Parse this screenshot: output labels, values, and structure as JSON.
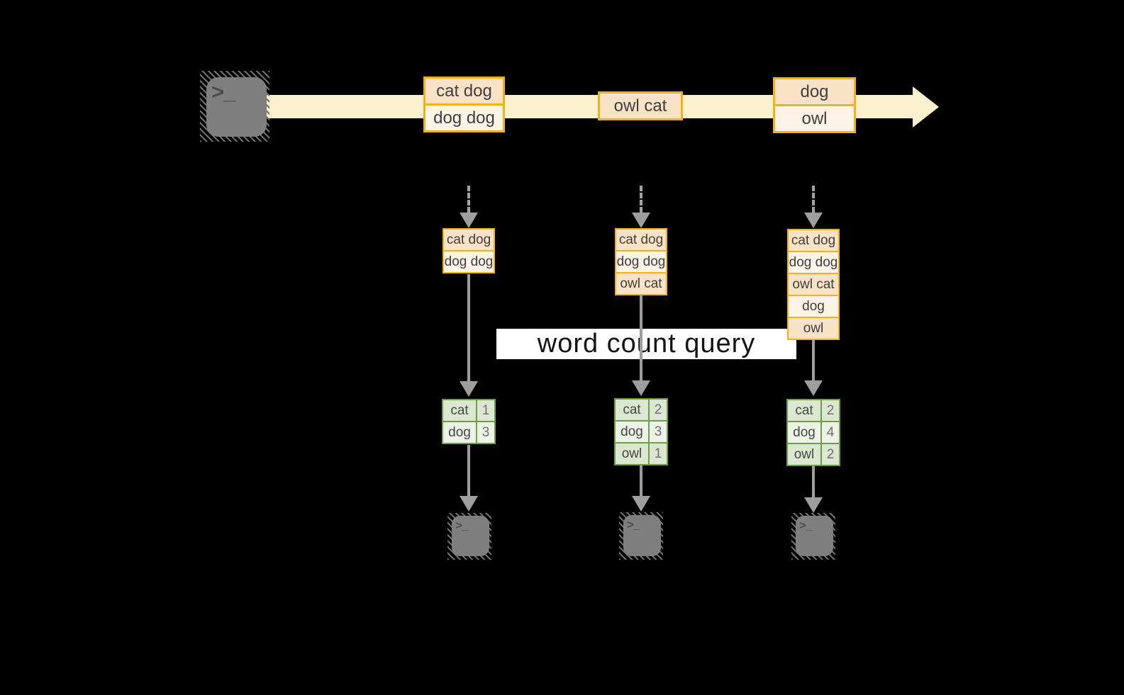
{
  "query_band": {
    "label": "word count query"
  },
  "terminal": {
    "prompt": ">_"
  },
  "stream": {
    "events": [
      {
        "rows": [
          "cat dog",
          "dog dog"
        ]
      },
      {
        "rows": [
          "owl cat"
        ]
      },
      {
        "rows": [
          "dog",
          "owl"
        ]
      }
    ]
  },
  "columns": [
    {
      "state_rows": [
        "cat dog",
        "dog dog"
      ],
      "counts": [
        {
          "word": "cat",
          "count": "1"
        },
        {
          "word": "dog",
          "count": "3"
        }
      ]
    },
    {
      "state_rows": [
        "cat dog",
        "dog dog",
        "owl cat"
      ],
      "counts": [
        {
          "word": "cat",
          "count": "2"
        },
        {
          "word": "dog",
          "count": "3"
        },
        {
          "word": "owl",
          "count": "1"
        }
      ]
    },
    {
      "state_rows": [
        "cat dog",
        "dog dog",
        "owl cat",
        "dog",
        "owl"
      ],
      "counts": [
        {
          "word": "cat",
          "count": "2"
        },
        {
          "word": "dog",
          "count": "4"
        },
        {
          "word": "owl",
          "count": "2"
        }
      ]
    }
  ],
  "colors": {
    "stream_fill": "#fcf1cf",
    "event_border": "#f0b11b",
    "event_row_dark": "#f9e2c6",
    "event_row_light": "#fdf3e7",
    "table_border": "#6ca046",
    "table_row_dark": "#dbe7d0",
    "table_row_light": "#ecf2e7",
    "arrow_gray": "#9e9e9e",
    "terminal_gray": "#7f7f7f",
    "band_bg": "#ffffff"
  }
}
